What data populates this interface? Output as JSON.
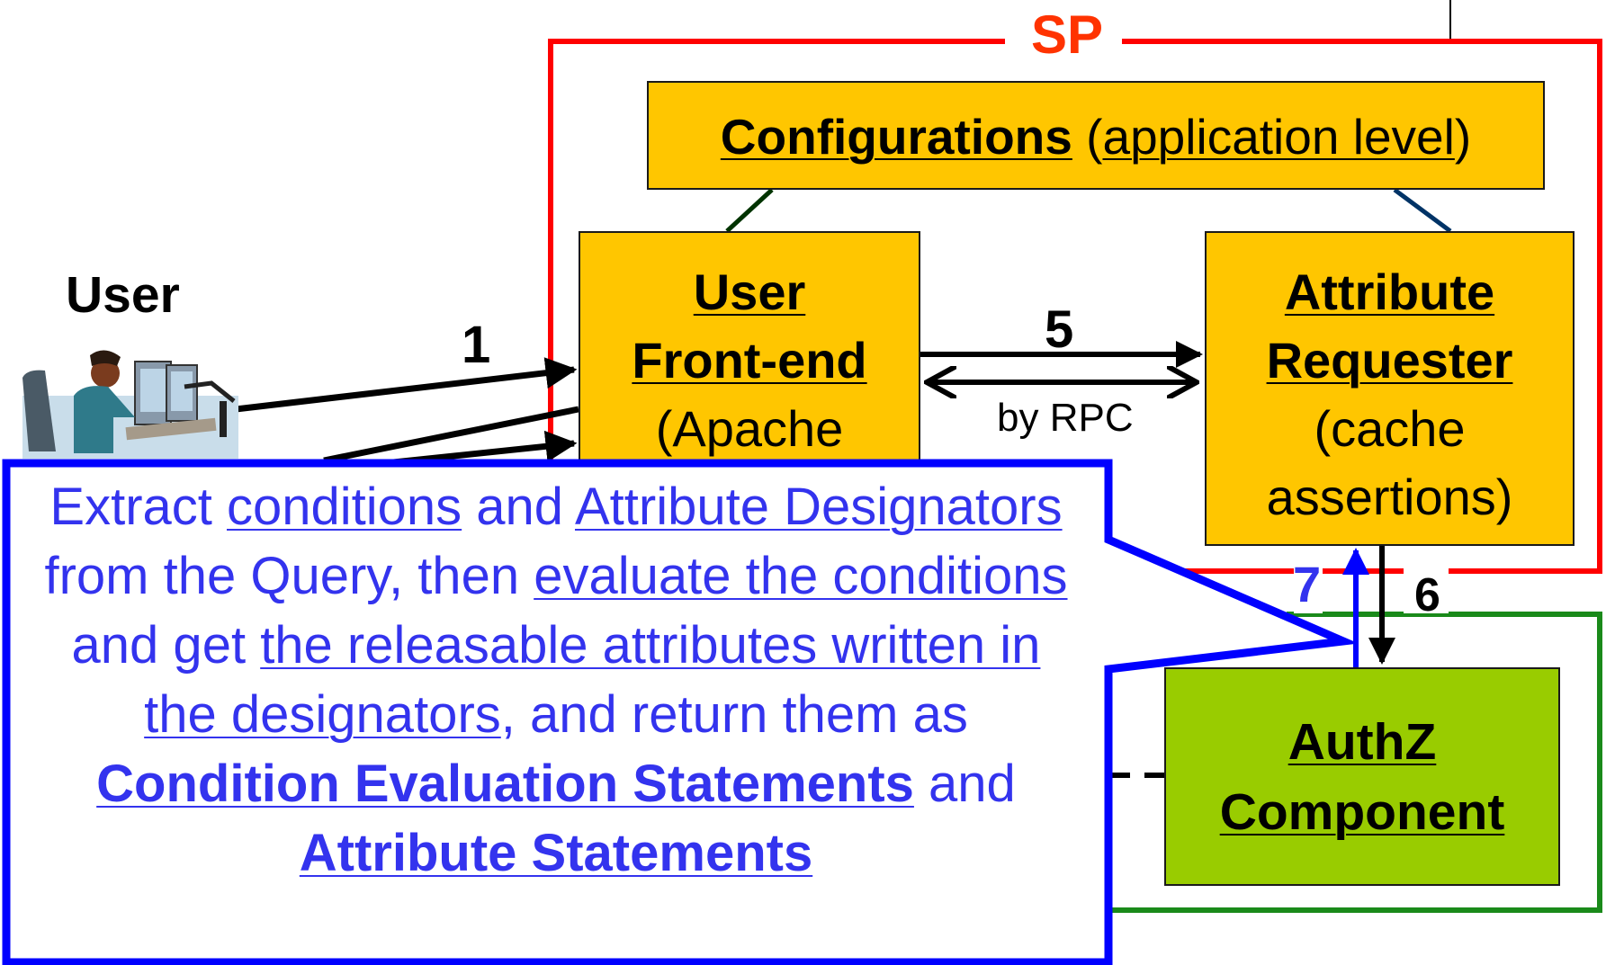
{
  "sp_label": "SP",
  "user_label": "User",
  "configurations": {
    "title": "Configurations",
    "paren_open": " (",
    "detail": "application level",
    "paren_close": ")"
  },
  "user_frontend": {
    "line1": "User",
    "line2": "Front-end",
    "line3": "(Apache"
  },
  "attribute_requester": {
    "line1": "Attribute",
    "line2": "Requester",
    "line3": "(cache",
    "line4": "assertions)"
  },
  "authz_component": {
    "line1": "AuthZ",
    "line2": "Component"
  },
  "arrows": {
    "step1": "1",
    "step5": "5",
    "rpc_label": "by RPC",
    "step6": "6",
    "step7": "7"
  },
  "callout": {
    "t1": "Extract ",
    "u1": "conditions",
    "t2": " and ",
    "u2": "Attribute Designators",
    "t3": " from the Query, then ",
    "u3": "evaluate the conditions",
    "t4": " and get ",
    "u4": "the releasable attributes written in the designators",
    "t5": ", and return them as ",
    "b1": "Condition Evaluation Statements",
    "t6": " and ",
    "b2": "Attribute Statements"
  },
  "colors": {
    "sp_border": "#ff0000",
    "sp_text": "#ff3300",
    "box_gold": "#ffc600",
    "box_green": "#99cc00",
    "green_border": "#1a8a1a",
    "callout_blue": "#0000ff",
    "callout_text": "#3333ee"
  }
}
